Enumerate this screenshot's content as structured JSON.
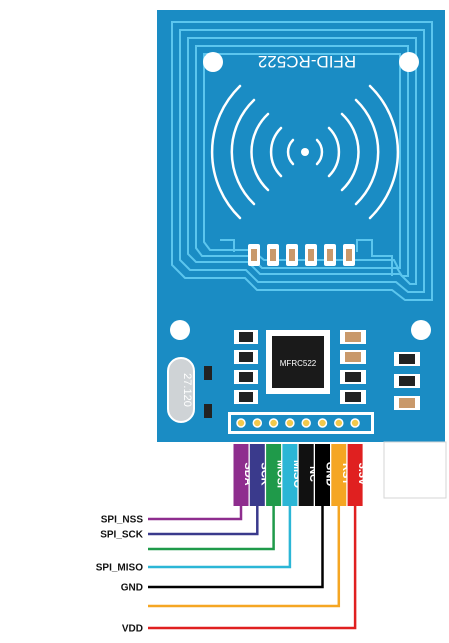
{
  "board": {
    "title": "RFID-RC522",
    "chip": "MFRC522",
    "crystal": "27.120",
    "colors": {
      "pcb": "#1a8cc4",
      "trace": "#5cc6ee",
      "silkscreen": "#ffffff"
    }
  },
  "pins": [
    {
      "label": "SDA",
      "color": "#8e2d8e"
    },
    {
      "label": "SCK",
      "color": "#3a3a8c"
    },
    {
      "label": "MOSI",
      "color": "#1f9a4a"
    },
    {
      "label": "MISO",
      "color": "#2bb6d6"
    },
    {
      "label": "NC",
      "color": "#111111"
    },
    {
      "label": "GND",
      "color": "#000000"
    },
    {
      "label": "RST",
      "color": "#f5a623"
    },
    {
      "label": "3.3V",
      "color": "#e02020"
    }
  ],
  "signals": [
    {
      "label": "SPI_NSS",
      "pin": "SDA"
    },
    {
      "label": "SPI_SCK",
      "pin": "SCK"
    },
    {
      "label": "",
      "pin": "MOSI"
    },
    {
      "label": "SPI_MISO",
      "pin": "MISO"
    },
    {
      "label": "GND",
      "pin": "GND"
    },
    {
      "label": "",
      "pin": "RST"
    },
    {
      "label": "VDD",
      "pin": "3.3V"
    }
  ]
}
